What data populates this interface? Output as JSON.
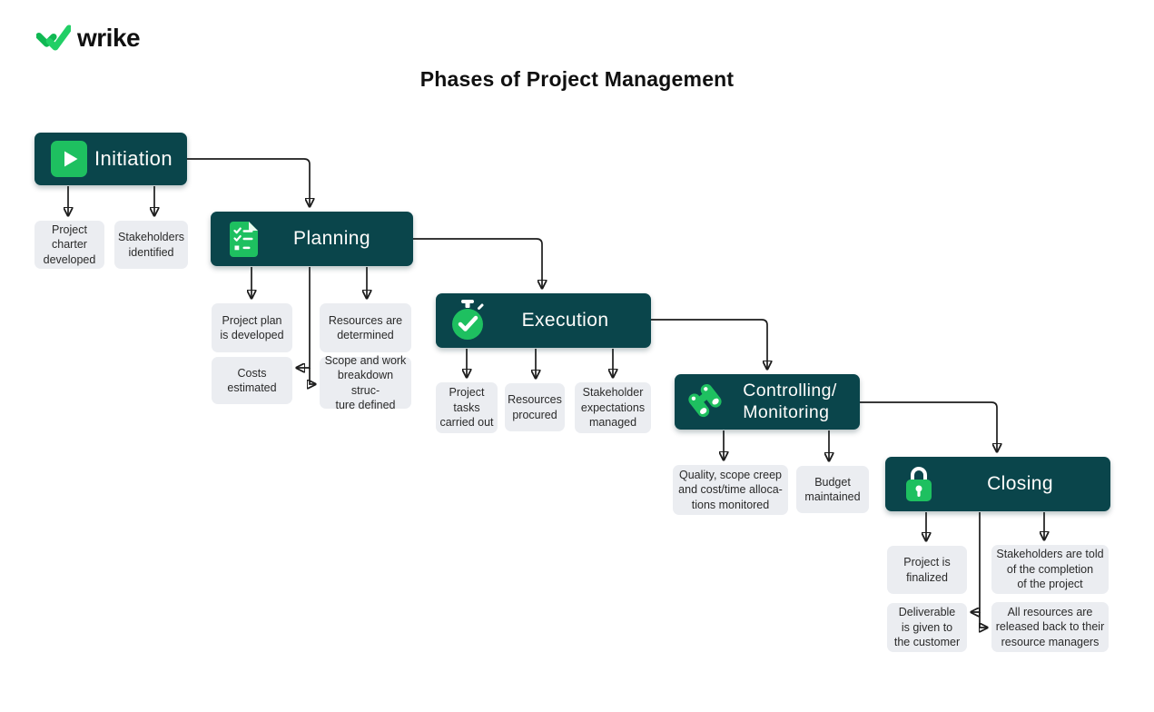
{
  "brand": {
    "name": "wrike",
    "logo_icon": "double-check-icon",
    "green_light": "#22cf66",
    "green_dark": "#10b853"
  },
  "title": "Phases of Project Management",
  "colors": {
    "phase_box_bg": "#0a454b",
    "phase_text": "#ffffff",
    "icon_green": "#1ec060",
    "deliverable_bg": "#ebedf1",
    "deliverable_text": "#2a2a2a",
    "connector": "#1d1d1d"
  },
  "phases": [
    {
      "label": "Initiation",
      "icon": "play-icon",
      "deliverables": [
        "Project\ncharter\ndeveloped",
        "Stakeholders\nidentified"
      ]
    },
    {
      "label": "Planning",
      "icon": "checklist-document-icon",
      "deliverables": [
        "Project plan\nis developed",
        "Resources are\ndetermined",
        "Costs\nestimated",
        "Scope and work\nbreakdown struc-\nture defined"
      ]
    },
    {
      "label": "Execution",
      "icon": "stopwatch-icon",
      "deliverables": [
        "Project\ntasks\ncarried out",
        "Resources\nprocured",
        "Stakeholder\nexpectations\nmanaged"
      ]
    },
    {
      "label": "Controlling/\nMonitoring",
      "icon": "binoculars-icon",
      "deliverables": [
        "Quality, scope creep\nand cost/time alloca-\ntions monitored",
        "Budget\nmaintained"
      ]
    },
    {
      "label": "Closing",
      "icon": "padlock-icon",
      "deliverables": [
        "Project is\nfinalized",
        "Stakeholders are told\nof the completion\nof the project",
        "Deliverable\nis given to\nthe customer",
        "All resources are\nreleased back to their\nresource managers"
      ]
    }
  ]
}
